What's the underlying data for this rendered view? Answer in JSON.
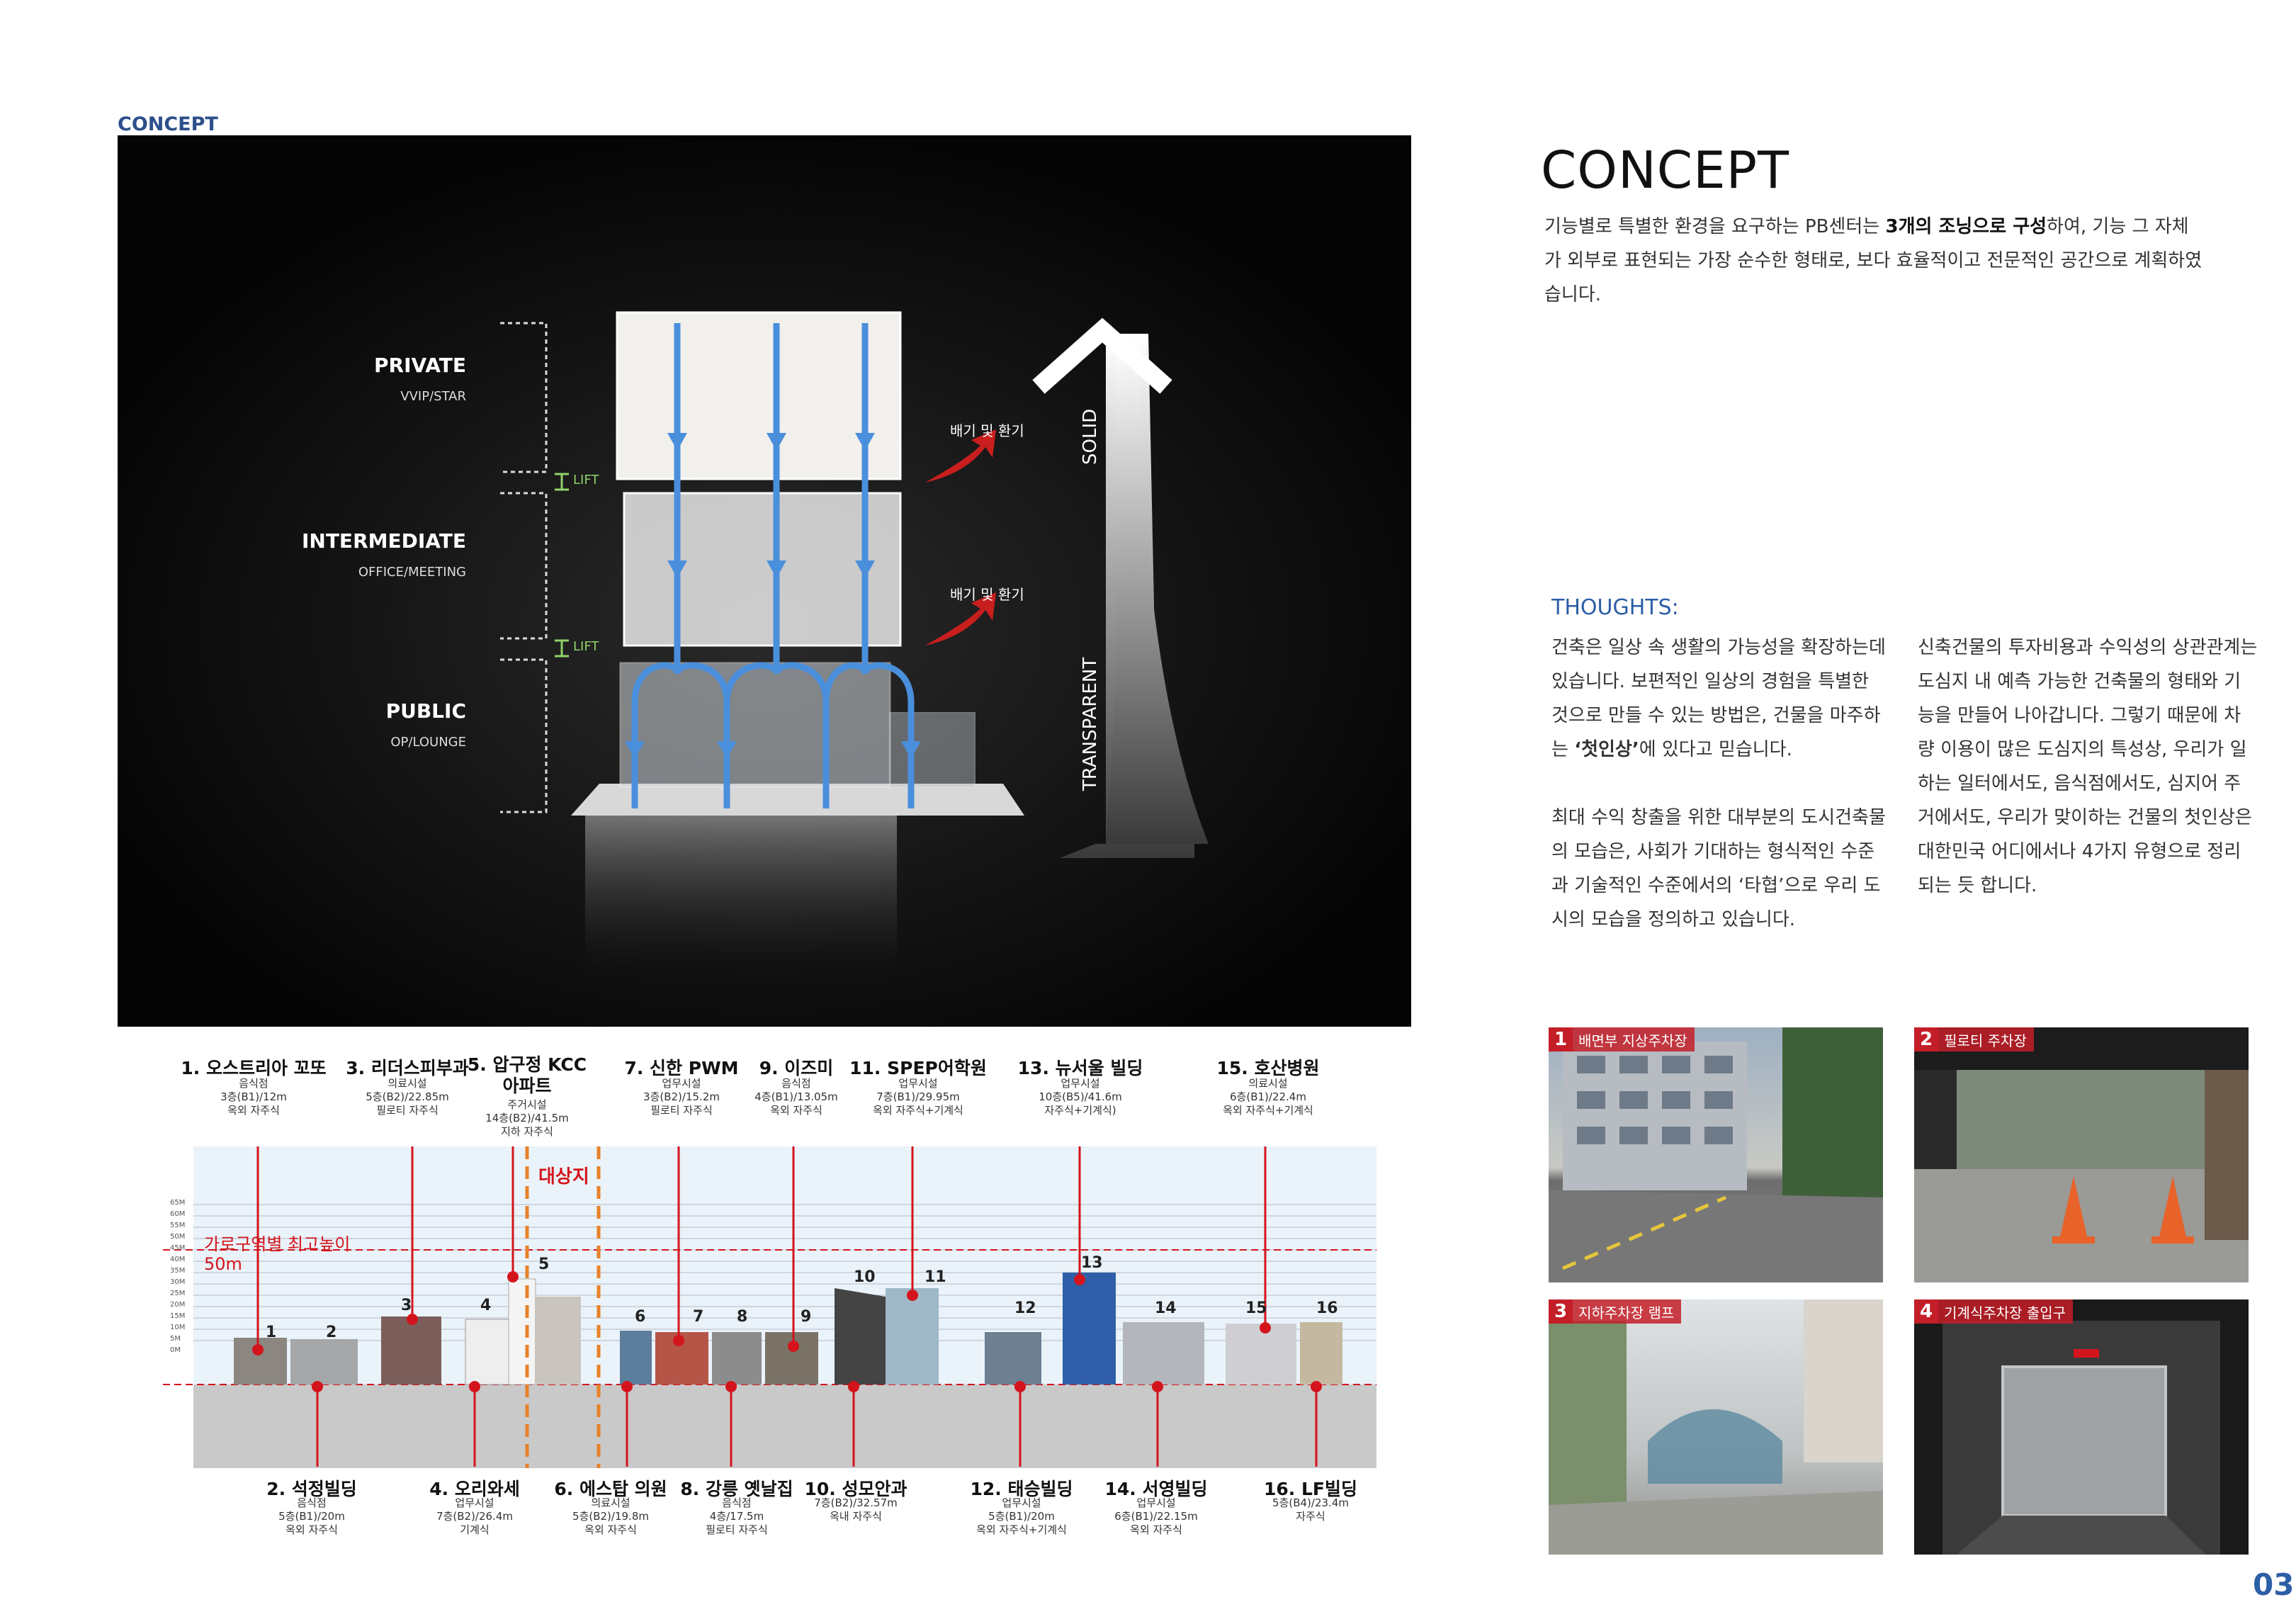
{
  "section_tag": "CONCEPT",
  "model": {
    "zones": [
      {
        "title": "PRIVATE",
        "sub": "VVIP/STAR"
      },
      {
        "title": "INTERMEDIATE",
        "sub": "OFFICE/MEETING"
      },
      {
        "title": "PUBLIC",
        "sub": "OP/LOUNGE"
      }
    ],
    "lift_label": "LIFT",
    "vent_label": "배기 및 환기",
    "axis_solid": "SOLID",
    "axis_transparent": "TRANSPARENT"
  },
  "concept": {
    "title": "CONCEPT",
    "body_pre": "기능별로 특별한 환경을 요구하는 PB센터는 ",
    "body_bold": "3개의 조닝으로 구성",
    "body_post": "하여, 기능 그 자체가 외부로 표현되는 가장 순수한 형태로, 보다 효율적이고 전문적인 공간으로 계획하였습니다."
  },
  "thoughts": {
    "heading": "THOUGHTS:",
    "col1_p1_pre": "건축은 일상 속 생활의 가능성을 확장하는데 있습니다. 보편적인 일상의 경험을 특별한 것으로 만들 수 있는 방법은, 건물을 마주하는 ",
    "col1_p1_bold": "‘첫인상’",
    "col1_p1_post": "에 있다고 믿습니다.",
    "col1_p2": "최대 수익 창출을 위한 대부분의 도시건축물의 모습은, 사회가 기대하는 형식적인 수준과 기술적인 수준에서의 ‘타협’으로 우리 도시의 모습을 정의하고 있습니다.",
    "col2": "신축건물의 투자비용과 수익성의 상관관계는 도심지 내 예측 가능한 건축물의 형태와 기능을 만들어 나아갑니다. 그렇기 때문에 차량 이용이 많은 도심지의 특성상, 우리가 일하는 일터에서도, 음식점에서도, 심지어 주거에서도, 우리가 맞이하는 건물의 첫인상은 대한민국 어디에서나 4가지 유형으로 정리 되는 듯 합니다."
  },
  "photos": [
    {
      "num": "1",
      "label": "배면부 지상주차장"
    },
    {
      "num": "2",
      "label": "필로티 주차장"
    },
    {
      "num": "3",
      "label": "지하주차장 램프"
    },
    {
      "num": "4",
      "label": "기계식주차장 출입구"
    }
  ],
  "street": {
    "height_scale": [
      "65M",
      "60M",
      "55M",
      "50M",
      "45M",
      "40M",
      "35M",
      "30M",
      "25M",
      "20M",
      "15M",
      "10M",
      "5M",
      "0M"
    ],
    "max_height_label": "가로구역별 최고높이",
    "max_height_value": "50m",
    "site_label": "대상지",
    "top_buildings": [
      {
        "name": "1. 오스트리아 꼬또",
        "info": [
          "음식점",
          "3층(B1)/12m",
          "옥외 자주식"
        ]
      },
      {
        "name": "3. 리더스피부과",
        "info": [
          "의료시설",
          "5층(B2)/22.85m",
          "필로티 자주식"
        ]
      },
      {
        "name": "5. 압구정 KCC 아파트",
        "info": [
          "주거시설",
          "14층(B2)/41.5m",
          "지하 자주식"
        ]
      },
      {
        "name": "7. 신한 PWM",
        "info": [
          "업무시설",
          "3층(B2)/15.2m",
          "필로티 자주식"
        ]
      },
      {
        "name": "9. 이즈미",
        "info": [
          "음식점",
          "4층(B1)/13.05m",
          "옥외 자주식"
        ]
      },
      {
        "name": "11. SPEP어학원",
        "info": [
          "업무시설",
          "7층(B1)/29.95m",
          "옥외 자주식+기계식"
        ]
      },
      {
        "name": "13. 뉴서울 빌딩",
        "info": [
          "업무시설",
          "10층(B5)/41.6m",
          "자주식+기계식)"
        ]
      },
      {
        "name": "15. 호산병원",
        "info": [
          "의료시설",
          "6층(B1)/22.4m",
          "옥외 자주식+기계식"
        ]
      }
    ],
    "bottom_buildings": [
      {
        "name": "2. 석정빌딩",
        "info": [
          "음식점",
          "5층(B1)/20m",
          "옥외 자주식"
        ]
      },
      {
        "name": "4. 오리와세",
        "info": [
          "업무시설",
          "7층(B2)/26.4m",
          "기계식"
        ]
      },
      {
        "name": "6. 에스탑 의원",
        "info": [
          "의료시설",
          "5층(B2)/19.8m",
          "옥외 자주식"
        ]
      },
      {
        "name": "8. 강릉 옛날집",
        "info": [
          "음식점",
          "4층/17.5m",
          "필로티 자주식"
        ]
      },
      {
        "name": "10. 성모안과",
        "info": [
          "7층(B2)/32.57m",
          "옥내 자주식"
        ]
      },
      {
        "name": "12. 태승빌딩",
        "info": [
          "업무시설",
          "5층(B1)/20m",
          "옥외 자주식+기계식"
        ]
      },
      {
        "name": "14. 서영빌딩",
        "info": [
          "업무시설",
          "6층(B1)/22.15m",
          "옥외 자주식"
        ]
      },
      {
        "name": "16. LF빌딩",
        "info": [
          "5층(B4)/23.4m",
          "자주식"
        ]
      }
    ],
    "numbers": [
      "1",
      "2",
      "3",
      "4",
      "5",
      "6",
      "7",
      "8",
      "9",
      "10",
      "11",
      "12",
      "13",
      "14",
      "15",
      "16"
    ]
  },
  "page_number": "03",
  "colors": {
    "accent_blue": "#2d5ea6",
    "accent_red": "#d4141c",
    "site_orange": "#e8822a",
    "flow_blue": "#4a8fdc"
  }
}
